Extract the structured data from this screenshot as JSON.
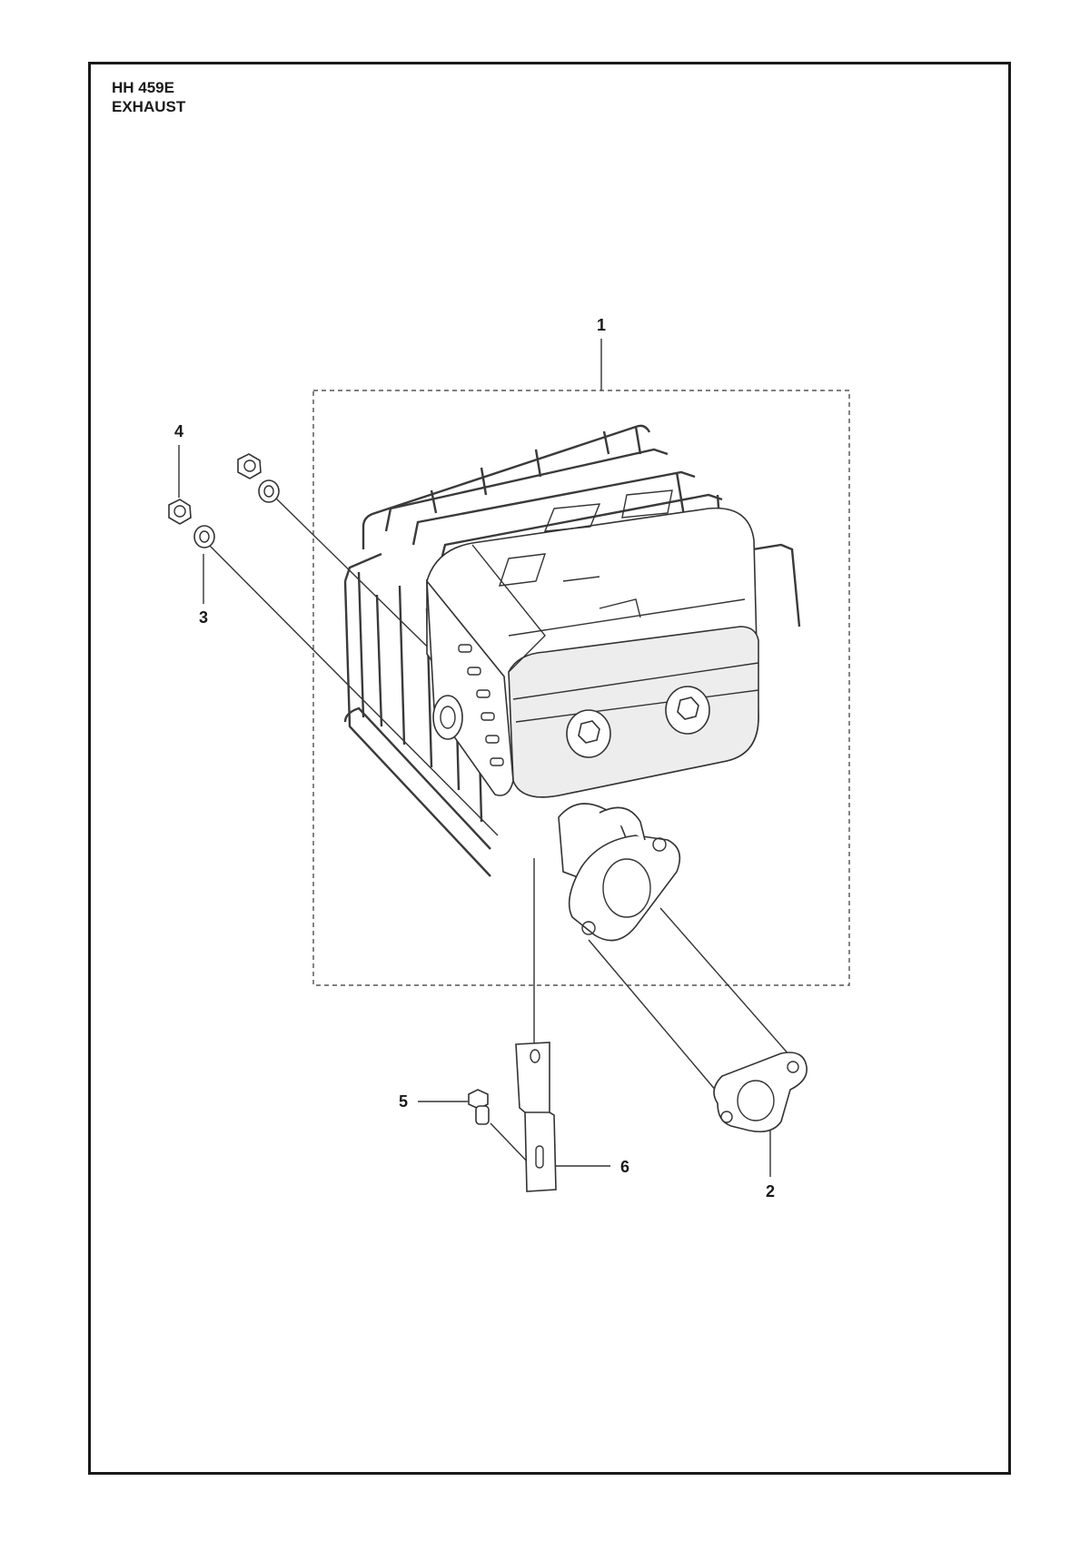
{
  "header": {
    "model": "HH 459E",
    "section": "EXHAUST"
  },
  "callouts": [
    {
      "number": "1",
      "part": "muffler-assembly"
    },
    {
      "number": "2",
      "part": "gasket"
    },
    {
      "number": "3",
      "part": "washer"
    },
    {
      "number": "4",
      "part": "nut"
    },
    {
      "number": "5",
      "part": "bolt"
    },
    {
      "number": "6",
      "part": "bracket"
    }
  ],
  "colors": {
    "line": "#333333",
    "frame": "#1a1a1a",
    "background": "#ffffff"
  }
}
